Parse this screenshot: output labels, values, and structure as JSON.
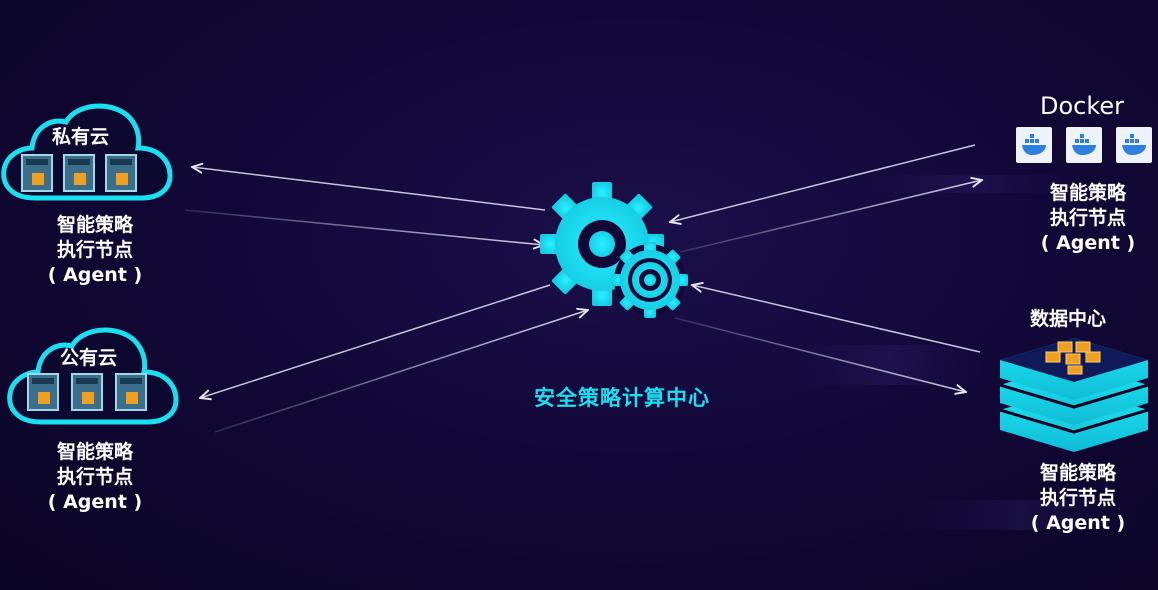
{
  "center": {
    "title": "安全策略计算中心",
    "icon": "gear-icon"
  },
  "nodes": {
    "private_cloud": {
      "title": "私有云",
      "line1": "智能策略",
      "line2": "执行节点",
      "line3": "( Agent )"
    },
    "public_cloud": {
      "title": "公有云",
      "line1": "智能策略",
      "line2": "执行节点",
      "line3": "( Agent )"
    },
    "docker": {
      "title": "Docker",
      "line1": "智能策略",
      "line2": "执行节点",
      "line3": "( Agent )"
    },
    "datacenter": {
      "title": "数据中心",
      "line1": "智能策略",
      "line2": "执行节点",
      "line3": "( Agent )"
    }
  },
  "colors": {
    "accent": "#19e0f0",
    "background": "#120838",
    "arrow": "#e6e6f5",
    "server_orange": "#f0a020"
  }
}
